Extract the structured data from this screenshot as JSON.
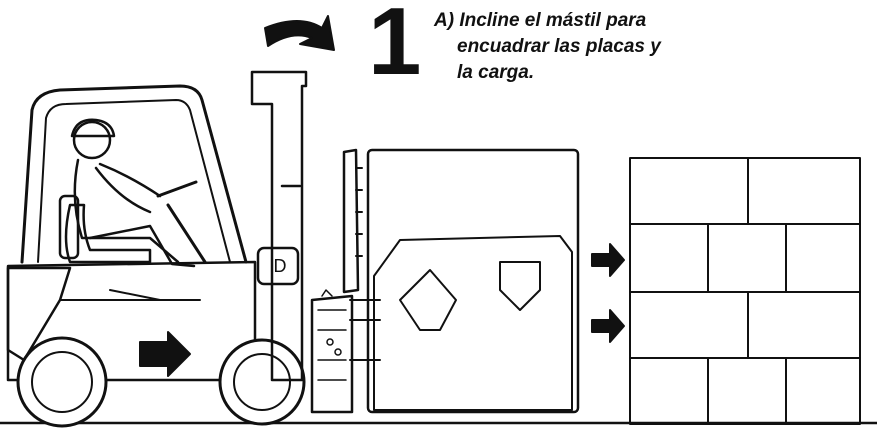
{
  "step": {
    "number": "1",
    "lines": [
      "A)  Incline el mástil para",
      "encuadrar las placas y",
      "la carga."
    ]
  },
  "icons": {
    "tilt_arrow": "curved-arrow-right-icon",
    "forward_arrow": "arrow-right-icon"
  },
  "colors": {
    "ink": "#111111",
    "paper": "#ffffff"
  }
}
